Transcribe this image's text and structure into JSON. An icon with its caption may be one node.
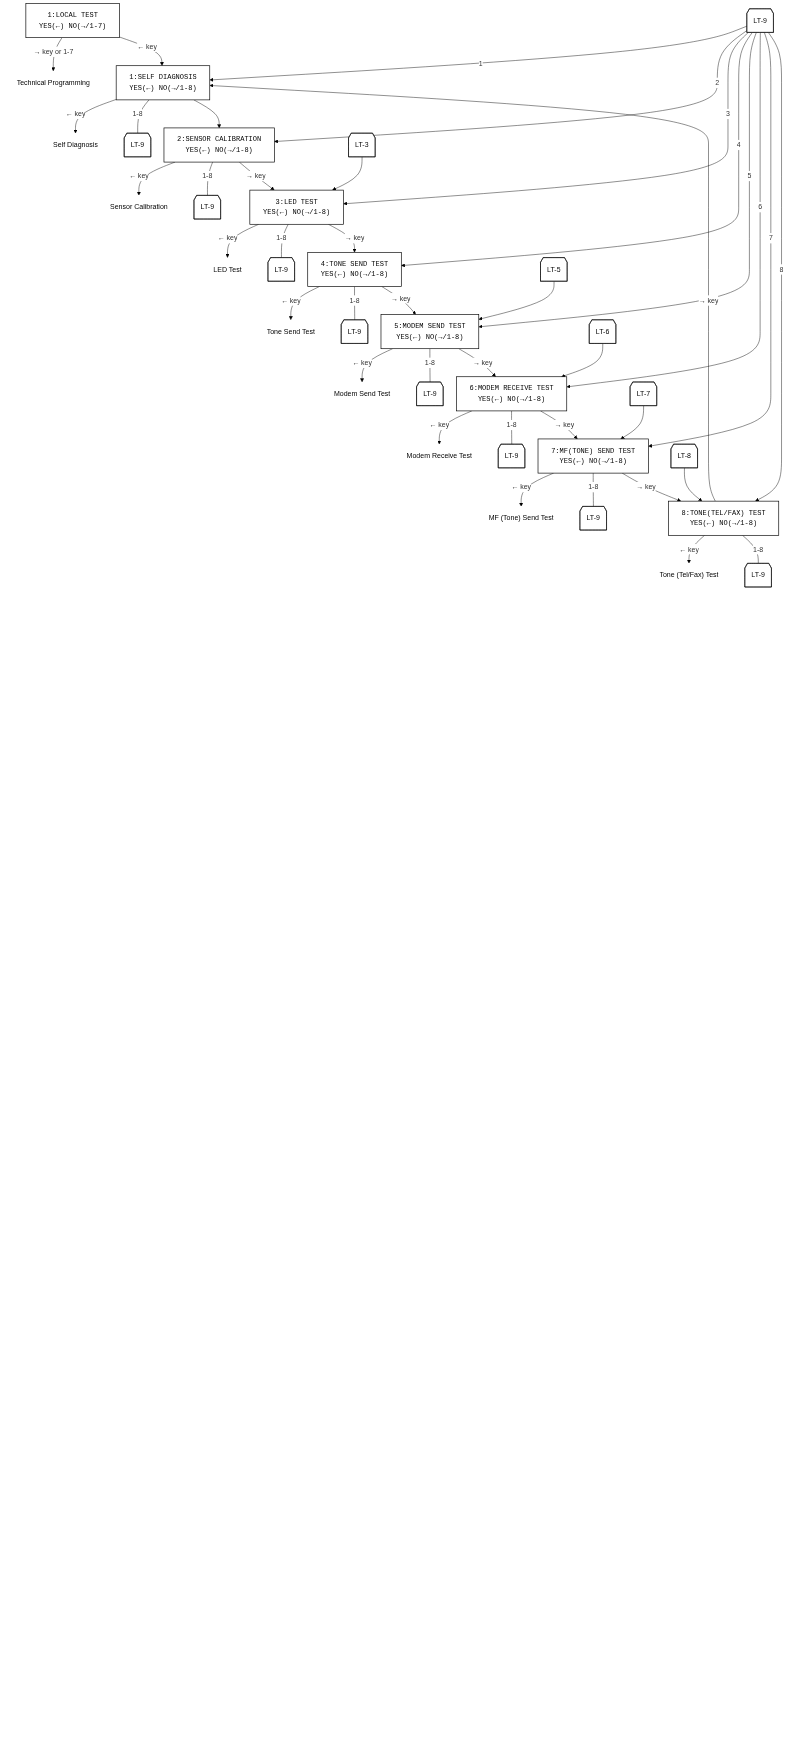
{
  "diagram": {
    "nodes": [
      {
        "text": [
          "1:LOCAL TEST",
          "YES(←) NO(→/1-7)"
        ]
      },
      {
        "text": [
          "Technical Programming"
        ]
      },
      {
        "text": [
          "LT-9"
        ]
      },
      {
        "text": [
          "1:SELF DIAGNOSIS",
          "YES(←) NO(→/1-8)"
        ]
      },
      {
        "text": [
          "Self Diagnosis"
        ]
      },
      {
        "text": [
          "LT-9"
        ]
      },
      {
        "text": [
          "2:SENSOR CALIBRATION",
          "YES(←) NO(→/1-8)"
        ]
      },
      {
        "text": [
          "Sensor Calibration"
        ]
      },
      {
        "text": [
          "LT-9"
        ]
      },
      {
        "text": [
          "LT-3"
        ]
      },
      {
        "text": [
          "3:LED TEST",
          "YES(←) NO(→/1-8)"
        ]
      },
      {
        "text": [
          "LED Test"
        ]
      },
      {
        "text": [
          "LT-9"
        ]
      },
      {
        "text": [
          "4:TONE SEND TEST",
          "YES(←) NO(→/1-8)"
        ]
      },
      {
        "text": [
          "Tone Send Test"
        ]
      },
      {
        "text": [
          "LT-9"
        ]
      },
      {
        "text": [
          "LT-5"
        ]
      },
      {
        "text": [
          "5:MODEM SEND TEST",
          "YES(←) NO(→/1-8)"
        ]
      },
      {
        "text": [
          "Modem Send Test"
        ]
      },
      {
        "text": [
          "LT-9"
        ]
      },
      {
        "text": [
          "LT-6"
        ]
      },
      {
        "text": [
          "6:MODEM RECEIVE TEST",
          "YES(←) NO(→/1-8)"
        ]
      },
      {
        "text": [
          "Modem Receive Test"
        ]
      },
      {
        "text": [
          "LT-9"
        ]
      },
      {
        "text": [
          "LT-7"
        ]
      },
      {
        "text": [
          "7:MF(TONE) SEND TEST",
          "YES(←) NO(→/1-8)"
        ]
      },
      {
        "text": [
          "MF (Tone) Send Test"
        ]
      },
      {
        "text": [
          "LT-9"
        ]
      },
      {
        "text": [
          "LT-8"
        ]
      },
      {
        "text": [
          "8:TONE(TEL/FAX) TEST",
          "YES(←) NO(→/1-8)"
        ]
      },
      {
        "text": [
          "Tone (Tel/Fax) Test"
        ]
      },
      {
        "text": [
          "LT-9"
        ]
      }
    ],
    "edges": [
      {
        "from": 0,
        "to": 1,
        "arrow": "to",
        "label": "→ key or 1-7"
      },
      {
        "from": 0,
        "to": 3,
        "arrow": "to",
        "label": "← key"
      },
      {
        "from": 2,
        "to": 3,
        "arrow": "to",
        "label": "1"
      },
      {
        "from": 3,
        "to": 4,
        "arrow": "to",
        "label": "← key"
      },
      {
        "from": 3,
        "to": 5,
        "arrow": "none",
        "label": "1-8"
      },
      {
        "from": 3,
        "to": 6,
        "arrow": "to"
      },
      {
        "from": 2,
        "to": 6,
        "arrow": "to",
        "label": "2"
      },
      {
        "from": 6,
        "to": 7,
        "arrow": "to",
        "label": "← key"
      },
      {
        "from": 6,
        "to": 8,
        "arrow": "none",
        "label": "1-8"
      },
      {
        "from": 6,
        "to": 10,
        "arrow": "to",
        "label": "→ key"
      },
      {
        "from": 9,
        "to": 10,
        "arrow": "to"
      },
      {
        "from": 2,
        "to": 10,
        "arrow": "to",
        "label": "3"
      },
      {
        "from": 10,
        "to": 11,
        "arrow": "to",
        "label": "← key"
      },
      {
        "from": 10,
        "to": 12,
        "arrow": "none",
        "label": "1-8"
      },
      {
        "from": 10,
        "to": 13,
        "arrow": "to",
        "label": "→ key"
      },
      {
        "from": 2,
        "to": 13,
        "arrow": "to",
        "label": "4"
      },
      {
        "from": 13,
        "to": 14,
        "arrow": "to",
        "label": "← key"
      },
      {
        "from": 13,
        "to": 15,
        "arrow": "none",
        "label": "1-8"
      },
      {
        "from": 13,
        "to": 17,
        "arrow": "to",
        "label": "→ key"
      },
      {
        "from": 16,
        "to": 17,
        "arrow": "to"
      },
      {
        "from": 2,
        "to": 17,
        "arrow": "to",
        "label": "5"
      },
      {
        "from": 17,
        "to": 18,
        "arrow": "to",
        "label": "← key"
      },
      {
        "from": 17,
        "to": 19,
        "arrow": "none",
        "label": "1-8"
      },
      {
        "from": 17,
        "to": 21,
        "arrow": "to",
        "label": "→ key"
      },
      {
        "from": 20,
        "to": 21,
        "arrow": "to"
      },
      {
        "from": 2,
        "to": 21,
        "arrow": "to",
        "label": "6"
      },
      {
        "from": 21,
        "to": 22,
        "arrow": "to",
        "label": "← key"
      },
      {
        "from": 21,
        "to": 23,
        "arrow": "none",
        "label": "1-8"
      },
      {
        "from": 21,
        "to": 25,
        "arrow": "to",
        "label": "→ key"
      },
      {
        "from": 24,
        "to": 25,
        "arrow": "to"
      },
      {
        "from": 2,
        "to": 25,
        "arrow": "to",
        "label": "7"
      },
      {
        "from": 25,
        "to": 26,
        "arrow": "to",
        "label": "← key"
      },
      {
        "from": 25,
        "to": 27,
        "arrow": "none",
        "label": "1-8"
      },
      {
        "from": 25,
        "to": 29,
        "arrow": "to",
        "label": "→ key"
      },
      {
        "from": 28,
        "to": 29,
        "arrow": "to"
      },
      {
        "from": 2,
        "to": 29,
        "arrow": "to",
        "label": "8"
      },
      {
        "from": 29,
        "to": 30,
        "arrow": "to",
        "label": "← key"
      },
      {
        "from": 29,
        "to": 31,
        "arrow": "none",
        "label": "1-8"
      },
      {
        "from": 29,
        "to": 3,
        "arrow": "to",
        "label": "→ key"
      }
    ]
  }
}
